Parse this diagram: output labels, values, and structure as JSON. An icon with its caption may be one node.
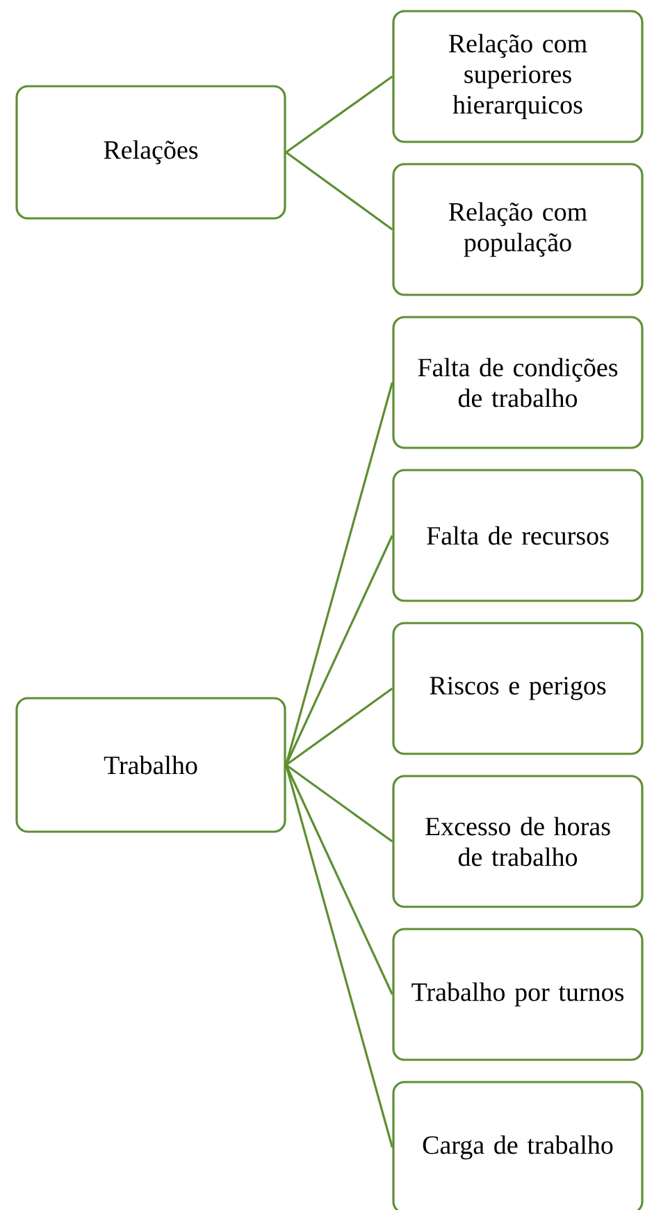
{
  "diagram": {
    "nodes": [
      {
        "text": [
          "Relações"
        ]
      },
      {
        "text": [
          "Relação com superiores hierarquicos"
        ]
      },
      {
        "text": [
          "Relação com população"
        ]
      },
      {
        "text": [
          "Trabalho"
        ]
      },
      {
        "text": [
          "Falta de condições de trabalho"
        ]
      },
      {
        "text": [
          "Falta de recursos"
        ]
      },
      {
        "text": [
          "Riscos e perigos"
        ]
      },
      {
        "text": [
          "Excesso de horas de trabalho"
        ]
      },
      {
        "text": [
          "Trabalho por turnos"
        ]
      },
      {
        "text": [
          "Carga de trabalho"
        ]
      }
    ],
    "edges": [
      {
        "from": 0,
        "to": 1,
        "arrow": "none"
      },
      {
        "from": 0,
        "to": 2,
        "arrow": "none"
      },
      {
        "from": 3,
        "to": 4,
        "arrow": "none"
      },
      {
        "from": 3,
        "to": 5,
        "arrow": "none"
      },
      {
        "from": 3,
        "to": 6,
        "arrow": "none"
      },
      {
        "from": 3,
        "to": 7,
        "arrow": "none"
      },
      {
        "from": 3,
        "to": 8,
        "arrow": "none"
      },
      {
        "from": 3,
        "to": 9,
        "arrow": "none"
      }
    ]
  }
}
